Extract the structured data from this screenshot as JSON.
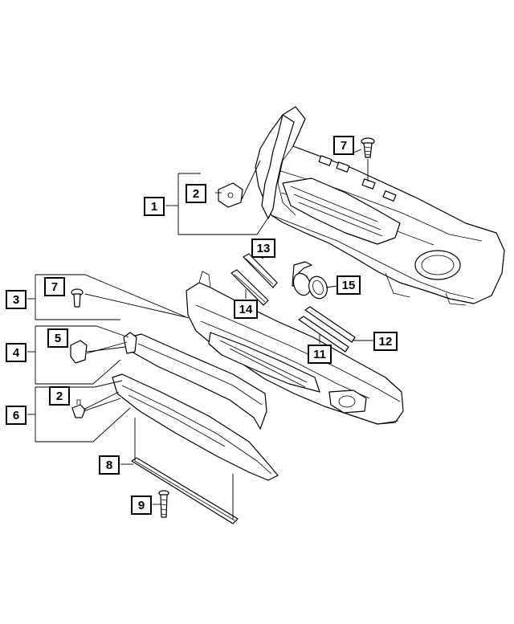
{
  "callouts": {
    "c1": "1",
    "c2_bracket": "2",
    "c7_top": "7",
    "c13": "13",
    "c14": "14",
    "c15": "15",
    "c12": "12",
    "c11": "11",
    "c3": "3",
    "c7_left": "7",
    "c4": "4",
    "c5": "5",
    "c6": "6",
    "c2_clip": "2",
    "c8": "8",
    "c9": "9"
  }
}
